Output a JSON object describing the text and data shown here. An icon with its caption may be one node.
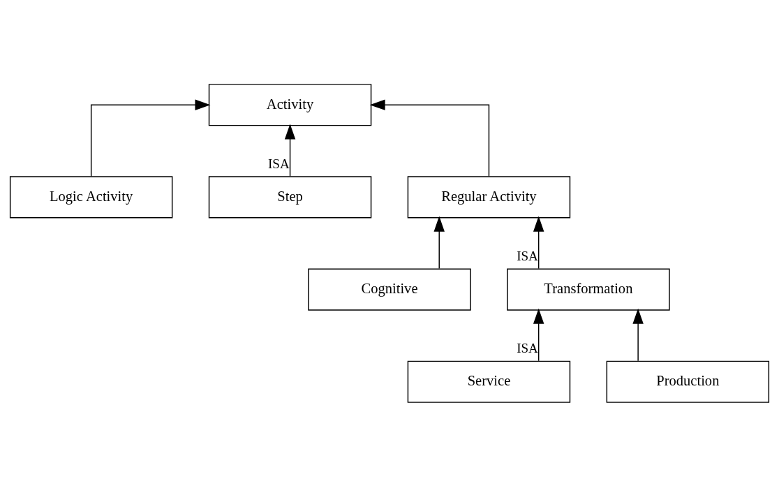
{
  "diagram": {
    "nodes": [
      {
        "text": [
          "Activity"
        ]
      },
      {
        "text": [
          "Logic Activity"
        ]
      },
      {
        "text": [
          "Step"
        ]
      },
      {
        "text": [
          "Regular Activity"
        ]
      },
      {
        "text": [
          "Cognitive"
        ]
      },
      {
        "text": [
          "Transformation"
        ]
      },
      {
        "text": [
          "Service"
        ]
      },
      {
        "text": [
          "Production"
        ]
      }
    ],
    "edges": [
      {
        "from": 1,
        "to": 0,
        "arrow": "to"
      },
      {
        "from": 2,
        "to": 0,
        "arrow": "to",
        "label": "ISA"
      },
      {
        "from": 3,
        "to": 0,
        "arrow": "to"
      },
      {
        "from": 4,
        "to": 3,
        "arrow": "to"
      },
      {
        "from": 5,
        "to": 3,
        "arrow": "to",
        "label": "ISA"
      },
      {
        "from": 6,
        "to": 5,
        "arrow": "to",
        "label": "ISA"
      },
      {
        "from": 7,
        "to": 5,
        "arrow": "to"
      }
    ]
  }
}
